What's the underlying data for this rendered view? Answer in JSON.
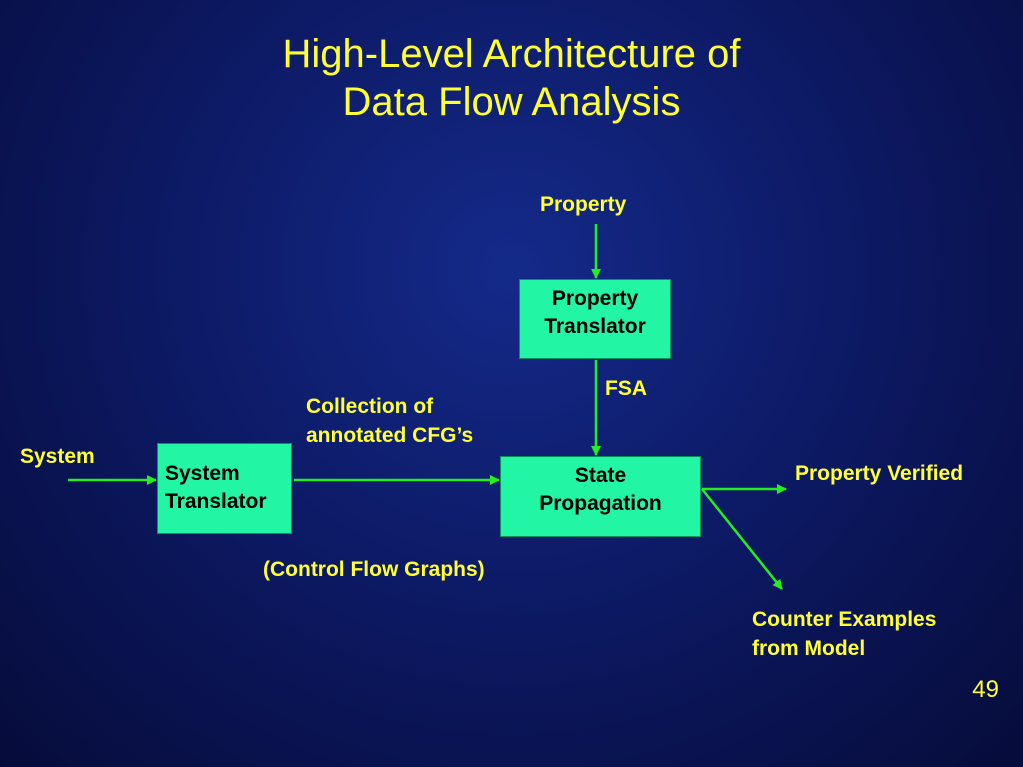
{
  "slide": {
    "title_line1": "High-Level Architecture of",
    "title_line2": "Data Flow Analysis",
    "page_number": "49"
  },
  "diagram": {
    "nodes": {
      "property_translator": {
        "line1": "Property",
        "line2": "Translator"
      },
      "system_translator": {
        "line1": "System",
        "line2": "Translator"
      },
      "state_propagation": {
        "line1": "State",
        "line2": "Propagation"
      }
    },
    "labels": {
      "property_input": "Property",
      "system_input": "System",
      "fsa": "FSA",
      "cfg_line1": "Collection of",
      "cfg_line2": "annotated CFG’s",
      "control_flow": "(Control Flow Graphs)",
      "property_verified": "Property Verified",
      "counter_line1": "Counter Examples",
      "counter_line2": "from Model"
    },
    "colors": {
      "background": "#0d1a66",
      "text": "#ffff33",
      "box_fill": "#22f5a3",
      "arrow": "#22ee22"
    }
  }
}
